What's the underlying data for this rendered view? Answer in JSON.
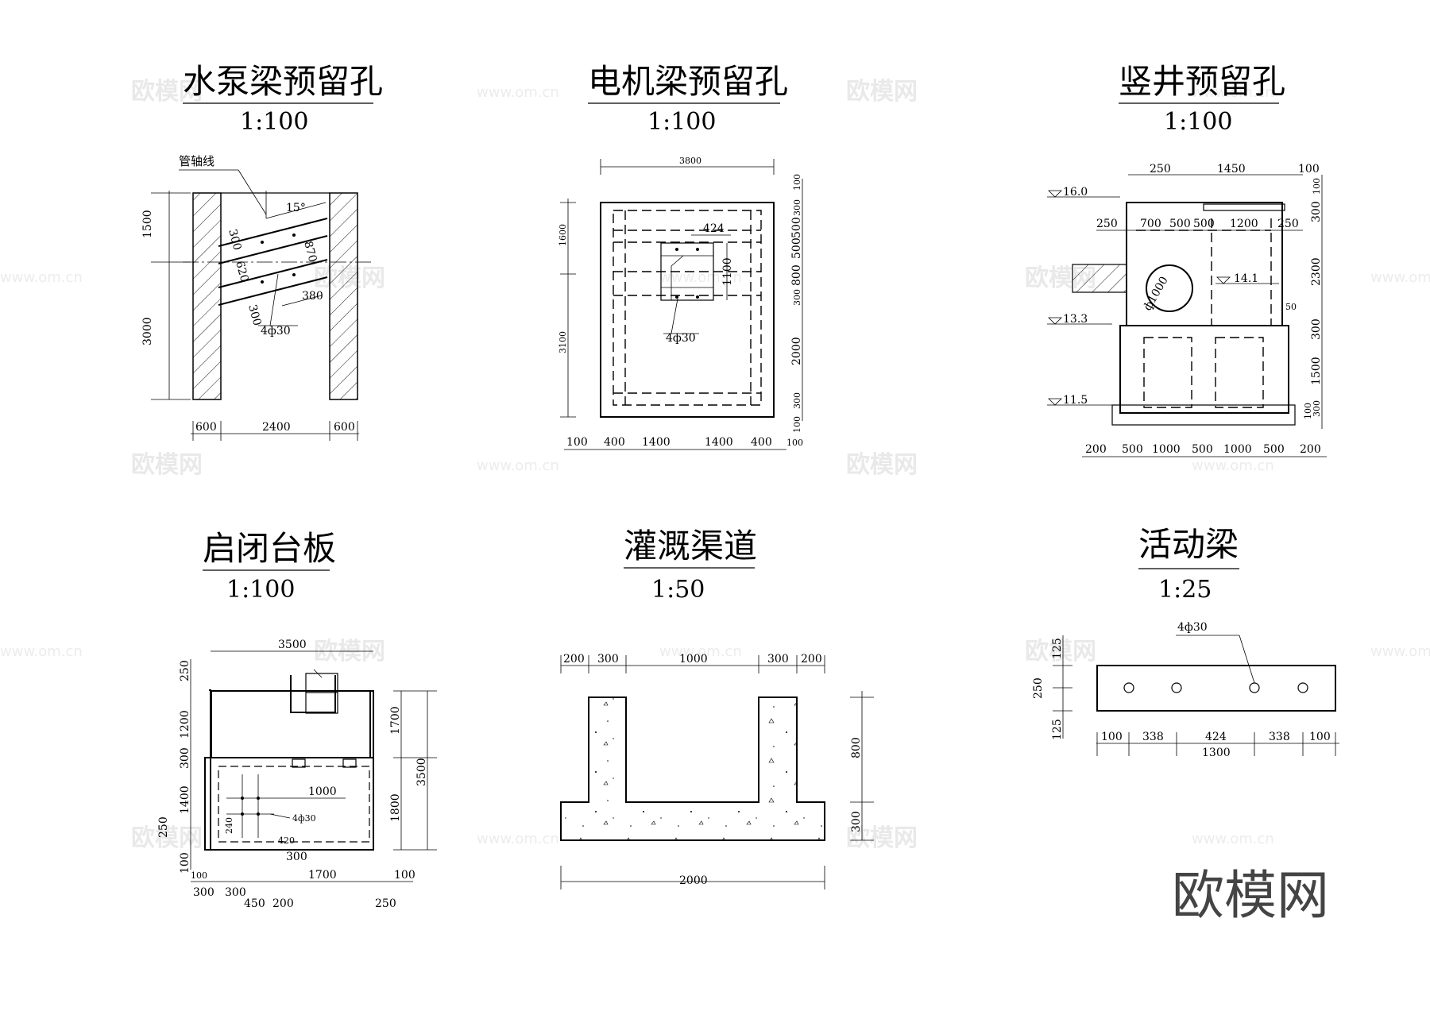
{
  "watermark": {
    "text": "欧模网",
    "url": "www.om.cn"
  },
  "brand": "欧模网",
  "panels": {
    "p1": {
      "title": "水泵梁预留孔",
      "scale": "1:100",
      "label": "管轴线",
      "angle": "15°",
      "rebar": "4ф30",
      "dims": {
        "d1500": "1500",
        "d3000": "3000",
        "d600a": "600",
        "d2400": "2400",
        "d600b": "600",
        "d300a": "300",
        "d620": "620",
        "d870": "870",
        "d380": "380",
        "d300b": "300"
      }
    },
    "p2": {
      "title": "电机梁预留孔",
      "scale": "1:100",
      "rebar": "4ф30",
      "dims": {
        "d3800": "3800",
        "d1600": "1600",
        "d3100": "3100",
        "d424": "424",
        "d1100": "1100",
        "r100a": "100",
        "r300a": "300",
        "r500a": "500",
        "r500b": "500",
        "r800": "800",
        "r300b": "300",
        "r2000": "2000",
        "r300c": "300",
        "r100b": "100",
        "b100a": "100",
        "b400a": "400",
        "b1400a": "1400",
        "b1400b": "1400",
        "b400b": "400",
        "b100b": "100"
      }
    },
    "p3": {
      "title": "竖井预留孔",
      "scale": "1:100",
      "elev": {
        "e160": "16.0",
        "e141": "14.1",
        "e133": "13.3",
        "e115": "11.5"
      },
      "diameter": "ф1000",
      "dims": {
        "t250": "250",
        "t1450": "1450",
        "t100": "100",
        "m250a": "250",
        "m700": "700",
        "m500a": "500",
        "m500b": "500",
        "m1200": "1200",
        "m250b": "250",
        "r100": "100",
        "r300a": "300",
        "r2300": "2300",
        "r50": "50",
        "r300b": "300",
        "r1500": "1500",
        "r300c": "300",
        "r100b": "100",
        "b200a": "200",
        "b500a": "500",
        "b1000a": "1000",
        "b500b": "500",
        "b1000b": "1000",
        "b500c": "500",
        "b200b": "200"
      }
    },
    "p4": {
      "title": "启闭台板",
      "scale": "1:100",
      "rebar": "4ф30",
      "dims": {
        "d3500t": "3500",
        "l250": "250",
        "l1200": "1200",
        "l300": "300",
        "l1400": "1400",
        "l250b": "250",
        "l100": "100",
        "r1700": "1700",
        "r1800": "1800",
        "r3500": "3500",
        "i1000": "1000",
        "i240": "240",
        "i420": "420",
        "i300": "300",
        "b100": "100",
        "b300a": "300",
        "b300b": "300",
        "b450": "450",
        "b200": "200",
        "b1700": "1700",
        "b100b": "100",
        "b250": "250"
      }
    },
    "p5": {
      "title": "灌溉渠道",
      "scale": "1:50",
      "dims": {
        "t200a": "200",
        "t300a": "300",
        "t1000": "1000",
        "t300b": "300",
        "t200b": "200",
        "r800": "800",
        "r300": "300",
        "b2000": "2000"
      }
    },
    "p6": {
      "title": "活动梁",
      "scale": "1:25",
      "rebar": "4ф30",
      "dims": {
        "l125a": "125",
        "l250": "250",
        "l125b": "125",
        "b100a": "100",
        "b338a": "338",
        "b424": "424",
        "b338b": "338",
        "b100b": "100",
        "b1300": "1300"
      }
    }
  }
}
